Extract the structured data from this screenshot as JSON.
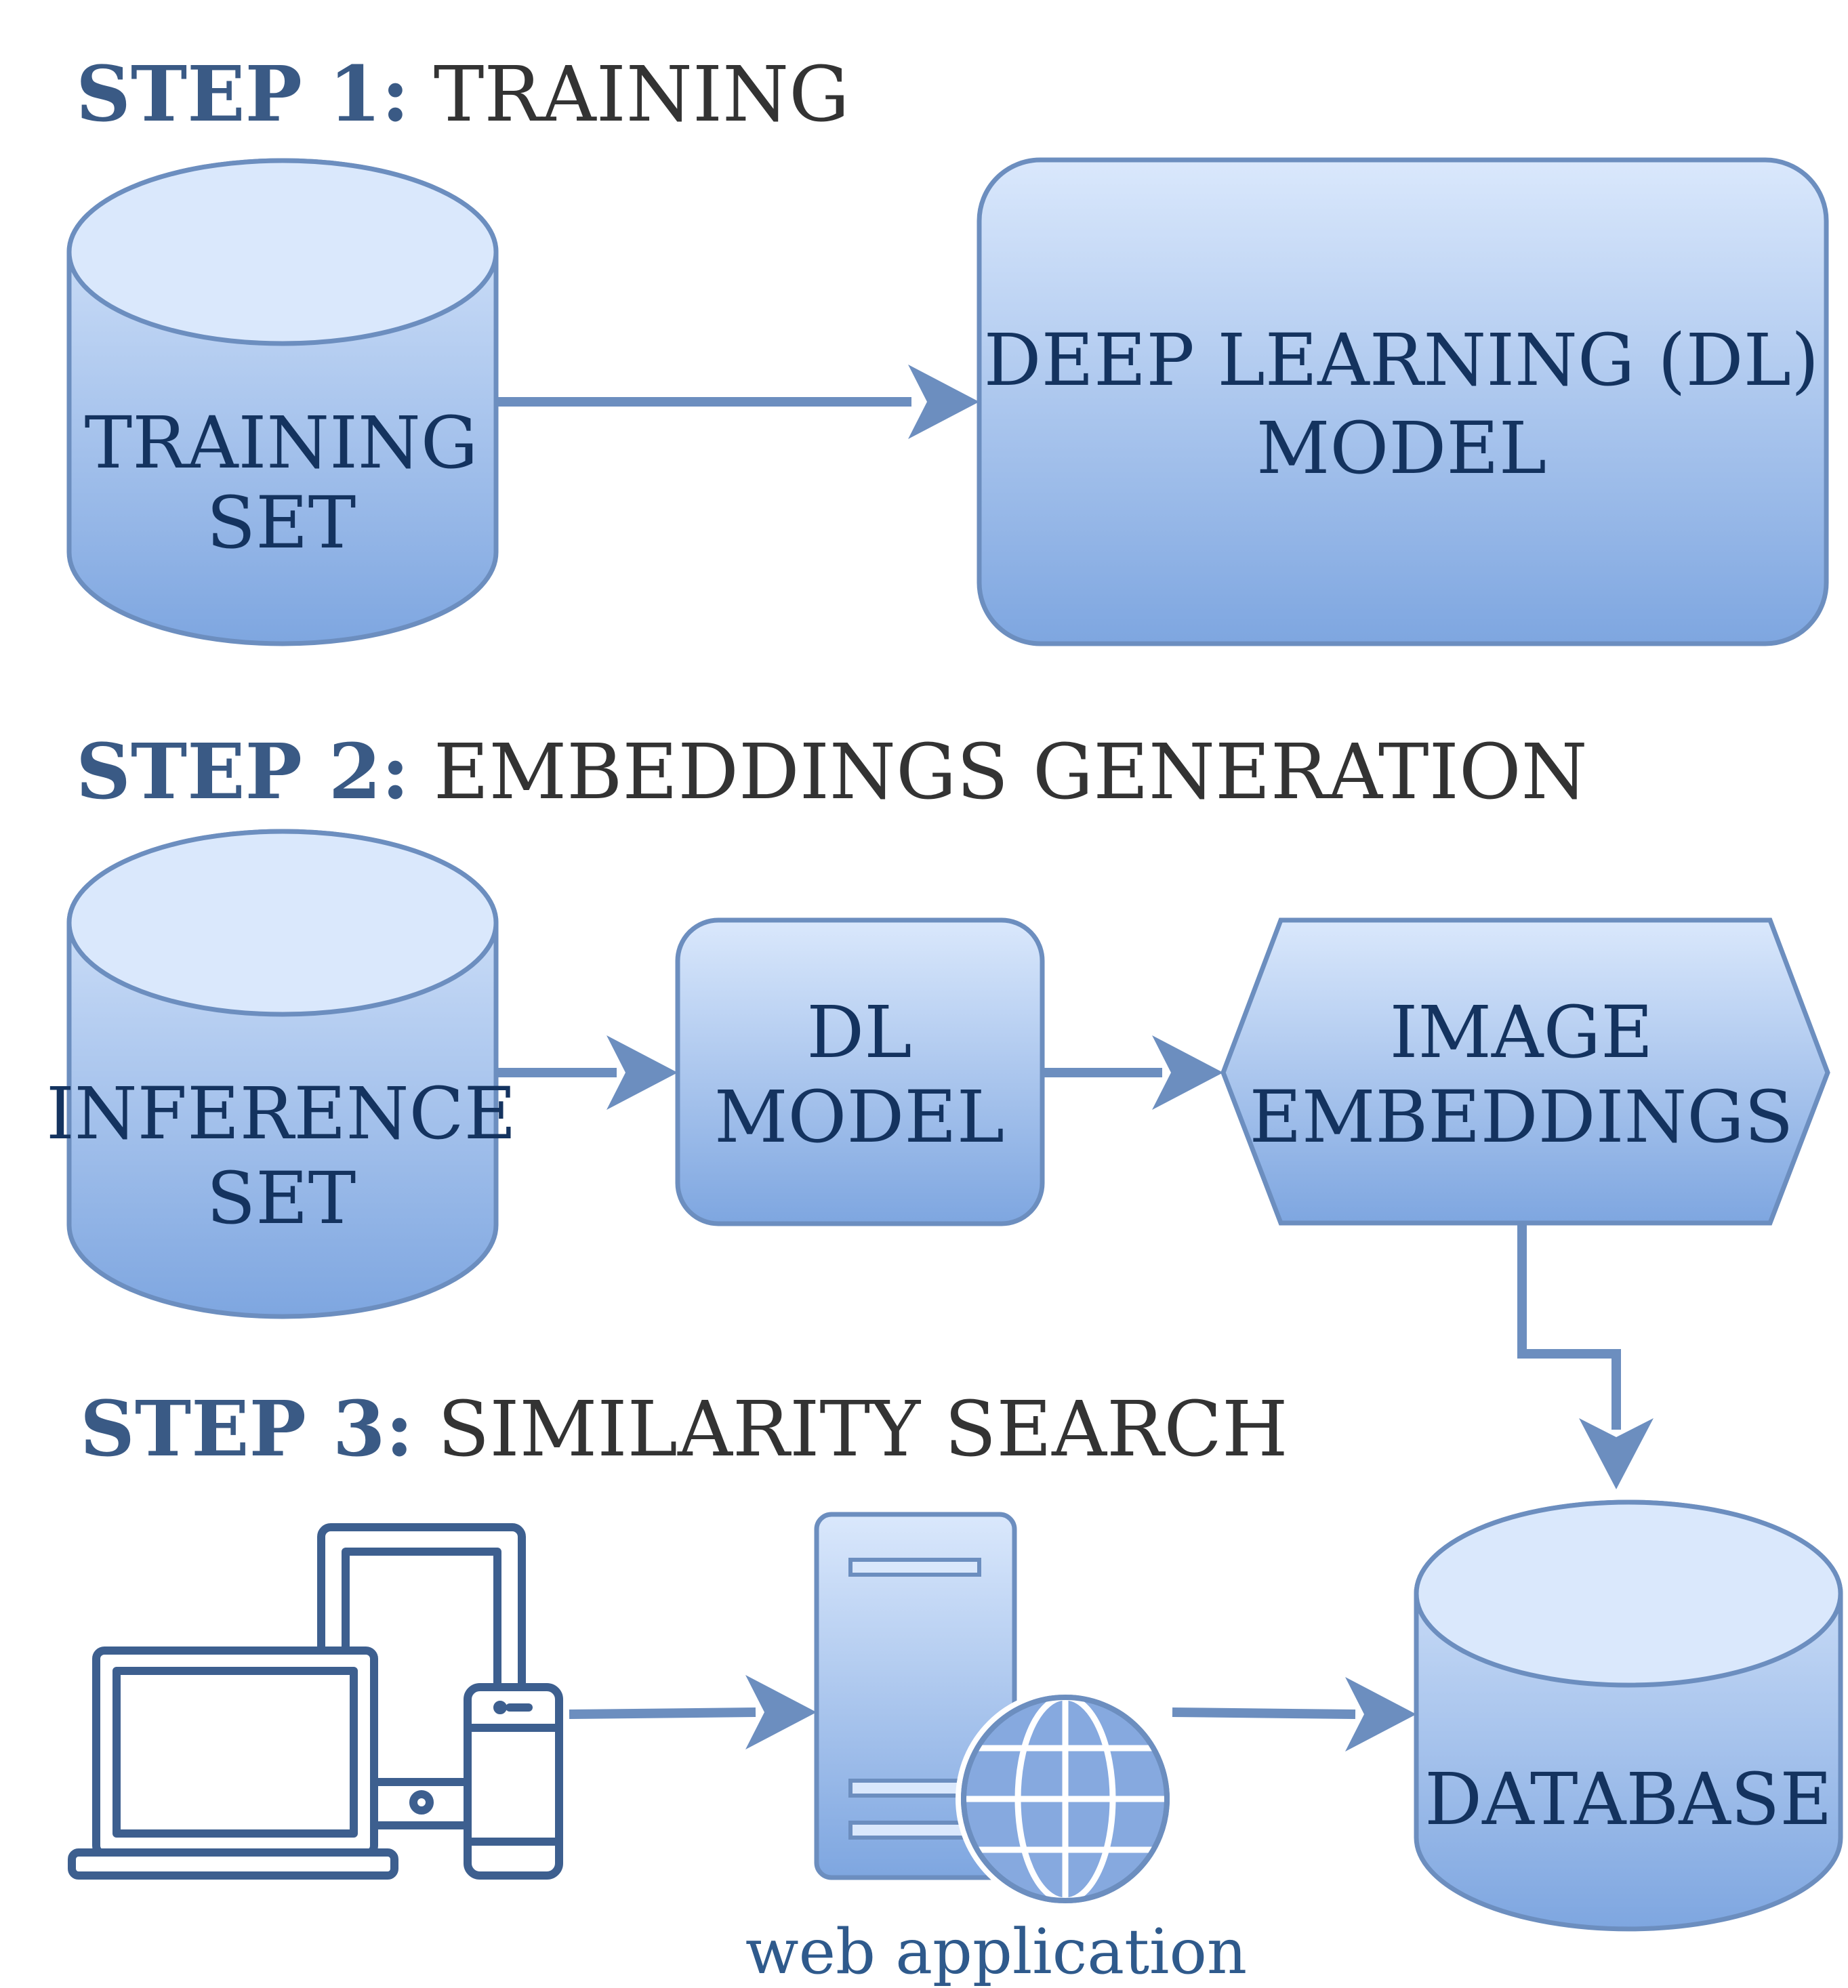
{
  "steps": [
    {
      "prefix": "STEP 1:",
      "title": "TRAINING"
    },
    {
      "prefix": "STEP 2:",
      "title": "EMBEDDINGS GENERATION"
    },
    {
      "prefix": "STEP 3:",
      "title": "SIMILARITY SEARCH"
    }
  ],
  "nodes": {
    "training_set": [
      "TRAINING",
      "SET"
    ],
    "dl_model_big": [
      "DEEP LEARNING (DL)",
      "MODEL"
    ],
    "inference_set": [
      "INFERENCE",
      "SET"
    ],
    "dl_model": [
      "DL",
      "MODEL"
    ],
    "image_embeddings": [
      "IMAGE",
      "EMBEDDINGS"
    ],
    "database": [
      "DATABASE"
    ]
  },
  "web_app_caption": "web application",
  "icons": [
    "laptop-icon",
    "tablet-icon",
    "phone-icon",
    "server-icon",
    "globe-icon"
  ],
  "colors": {
    "fill_top": "#dae8fc",
    "fill_bottom": "#7ea6e0",
    "stroke": "#6c8ebf",
    "step_bold": "#3a5a85",
    "step_title": "#333333",
    "node_text": "#14335f",
    "device_stroke": "#3d5f8f"
  }
}
